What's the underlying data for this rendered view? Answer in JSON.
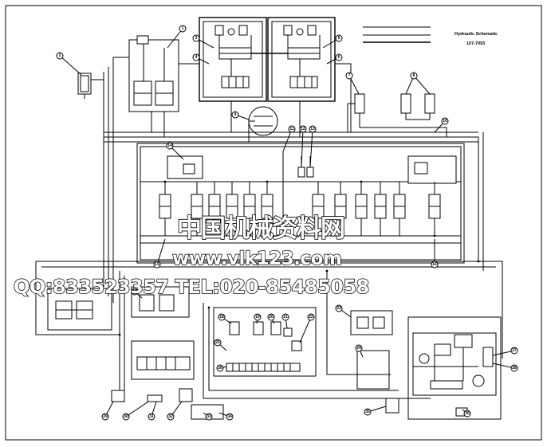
{
  "title_block": {
    "title": "Hydraulic Schematic",
    "number": "107-7093"
  },
  "legend": {
    "items": [
      "",
      "",
      ""
    ]
  },
  "watermark": {
    "line1": "中国机械资料网",
    "line2": "www.vlk123.com",
    "line3": "QQ:833523357 TEL:020-85485058"
  },
  "corner_stamp": {
    "left": "",
    "right": ""
  },
  "callouts": [
    {
      "id": "c1",
      "label": "1"
    },
    {
      "id": "c2",
      "label": "2"
    },
    {
      "id": "c3",
      "label": "3"
    },
    {
      "id": "c4",
      "label": "4"
    },
    {
      "id": "c5",
      "label": "5"
    },
    {
      "id": "c6",
      "label": "6"
    },
    {
      "id": "c7",
      "label": "7"
    },
    {
      "id": "c8",
      "label": "8"
    },
    {
      "id": "c9",
      "label": "9"
    },
    {
      "id": "c10",
      "label": "10"
    },
    {
      "id": "c11",
      "label": "11"
    },
    {
      "id": "c12",
      "label": "12"
    },
    {
      "id": "c13",
      "label": "13"
    },
    {
      "id": "c14",
      "label": "14"
    },
    {
      "id": "c15",
      "label": "15"
    },
    {
      "id": "c16",
      "label": "16"
    },
    {
      "id": "c17",
      "label": "17"
    },
    {
      "id": "c18",
      "label": "18"
    },
    {
      "id": "c19",
      "label": "19"
    },
    {
      "id": "c20",
      "label": "20"
    },
    {
      "id": "c21",
      "label": "21"
    },
    {
      "id": "c22",
      "label": "22"
    },
    {
      "id": "c23",
      "label": "23"
    },
    {
      "id": "c24",
      "label": "24"
    },
    {
      "id": "c25",
      "label": "25"
    },
    {
      "id": "c26",
      "label": "26"
    },
    {
      "id": "c27",
      "label": "27"
    },
    {
      "id": "c28",
      "label": "28"
    },
    {
      "id": "c29",
      "label": "29"
    },
    {
      "id": "c30",
      "label": "30"
    },
    {
      "id": "c31",
      "label": "31"
    },
    {
      "id": "c32",
      "label": "32"
    },
    {
      "id": "c33",
      "label": "33"
    },
    {
      "id": "c34",
      "label": "34"
    },
    {
      "id": "c35",
      "label": "35"
    },
    {
      "id": "c36",
      "label": "36"
    }
  ]
}
